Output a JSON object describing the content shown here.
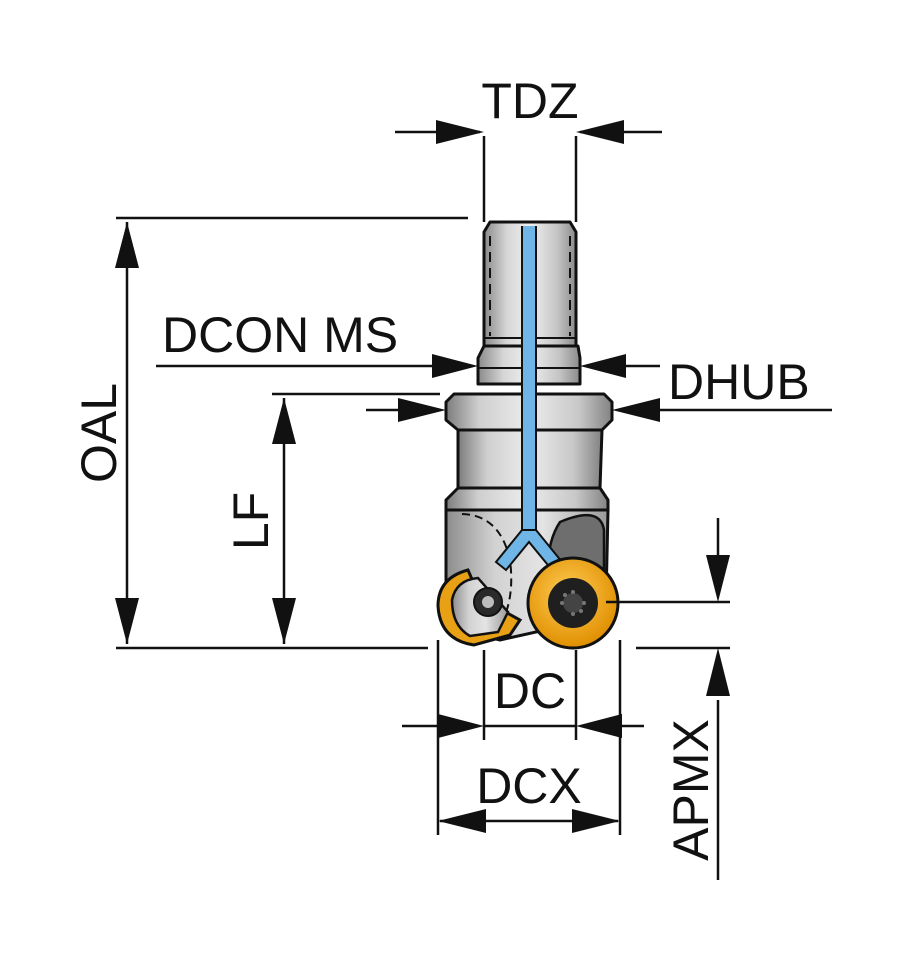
{
  "labels": {
    "tdz": "TDZ",
    "dcon_ms": "DCON MS",
    "dhub": "DHUB",
    "oal": "OAL",
    "lf": "LF",
    "dc": "DC",
    "dcx": "DCX",
    "apmx": "APMX"
  },
  "colors": {
    "line": "#111111",
    "body_light": "#e6e6e6",
    "body_mid": "#b4b4b4",
    "body_dark": "#7a7a7a",
    "coolant": "#6fb6e6",
    "insert": "#f0a012"
  },
  "icons": {
    "clamp_screw": "screw-icon"
  }
}
